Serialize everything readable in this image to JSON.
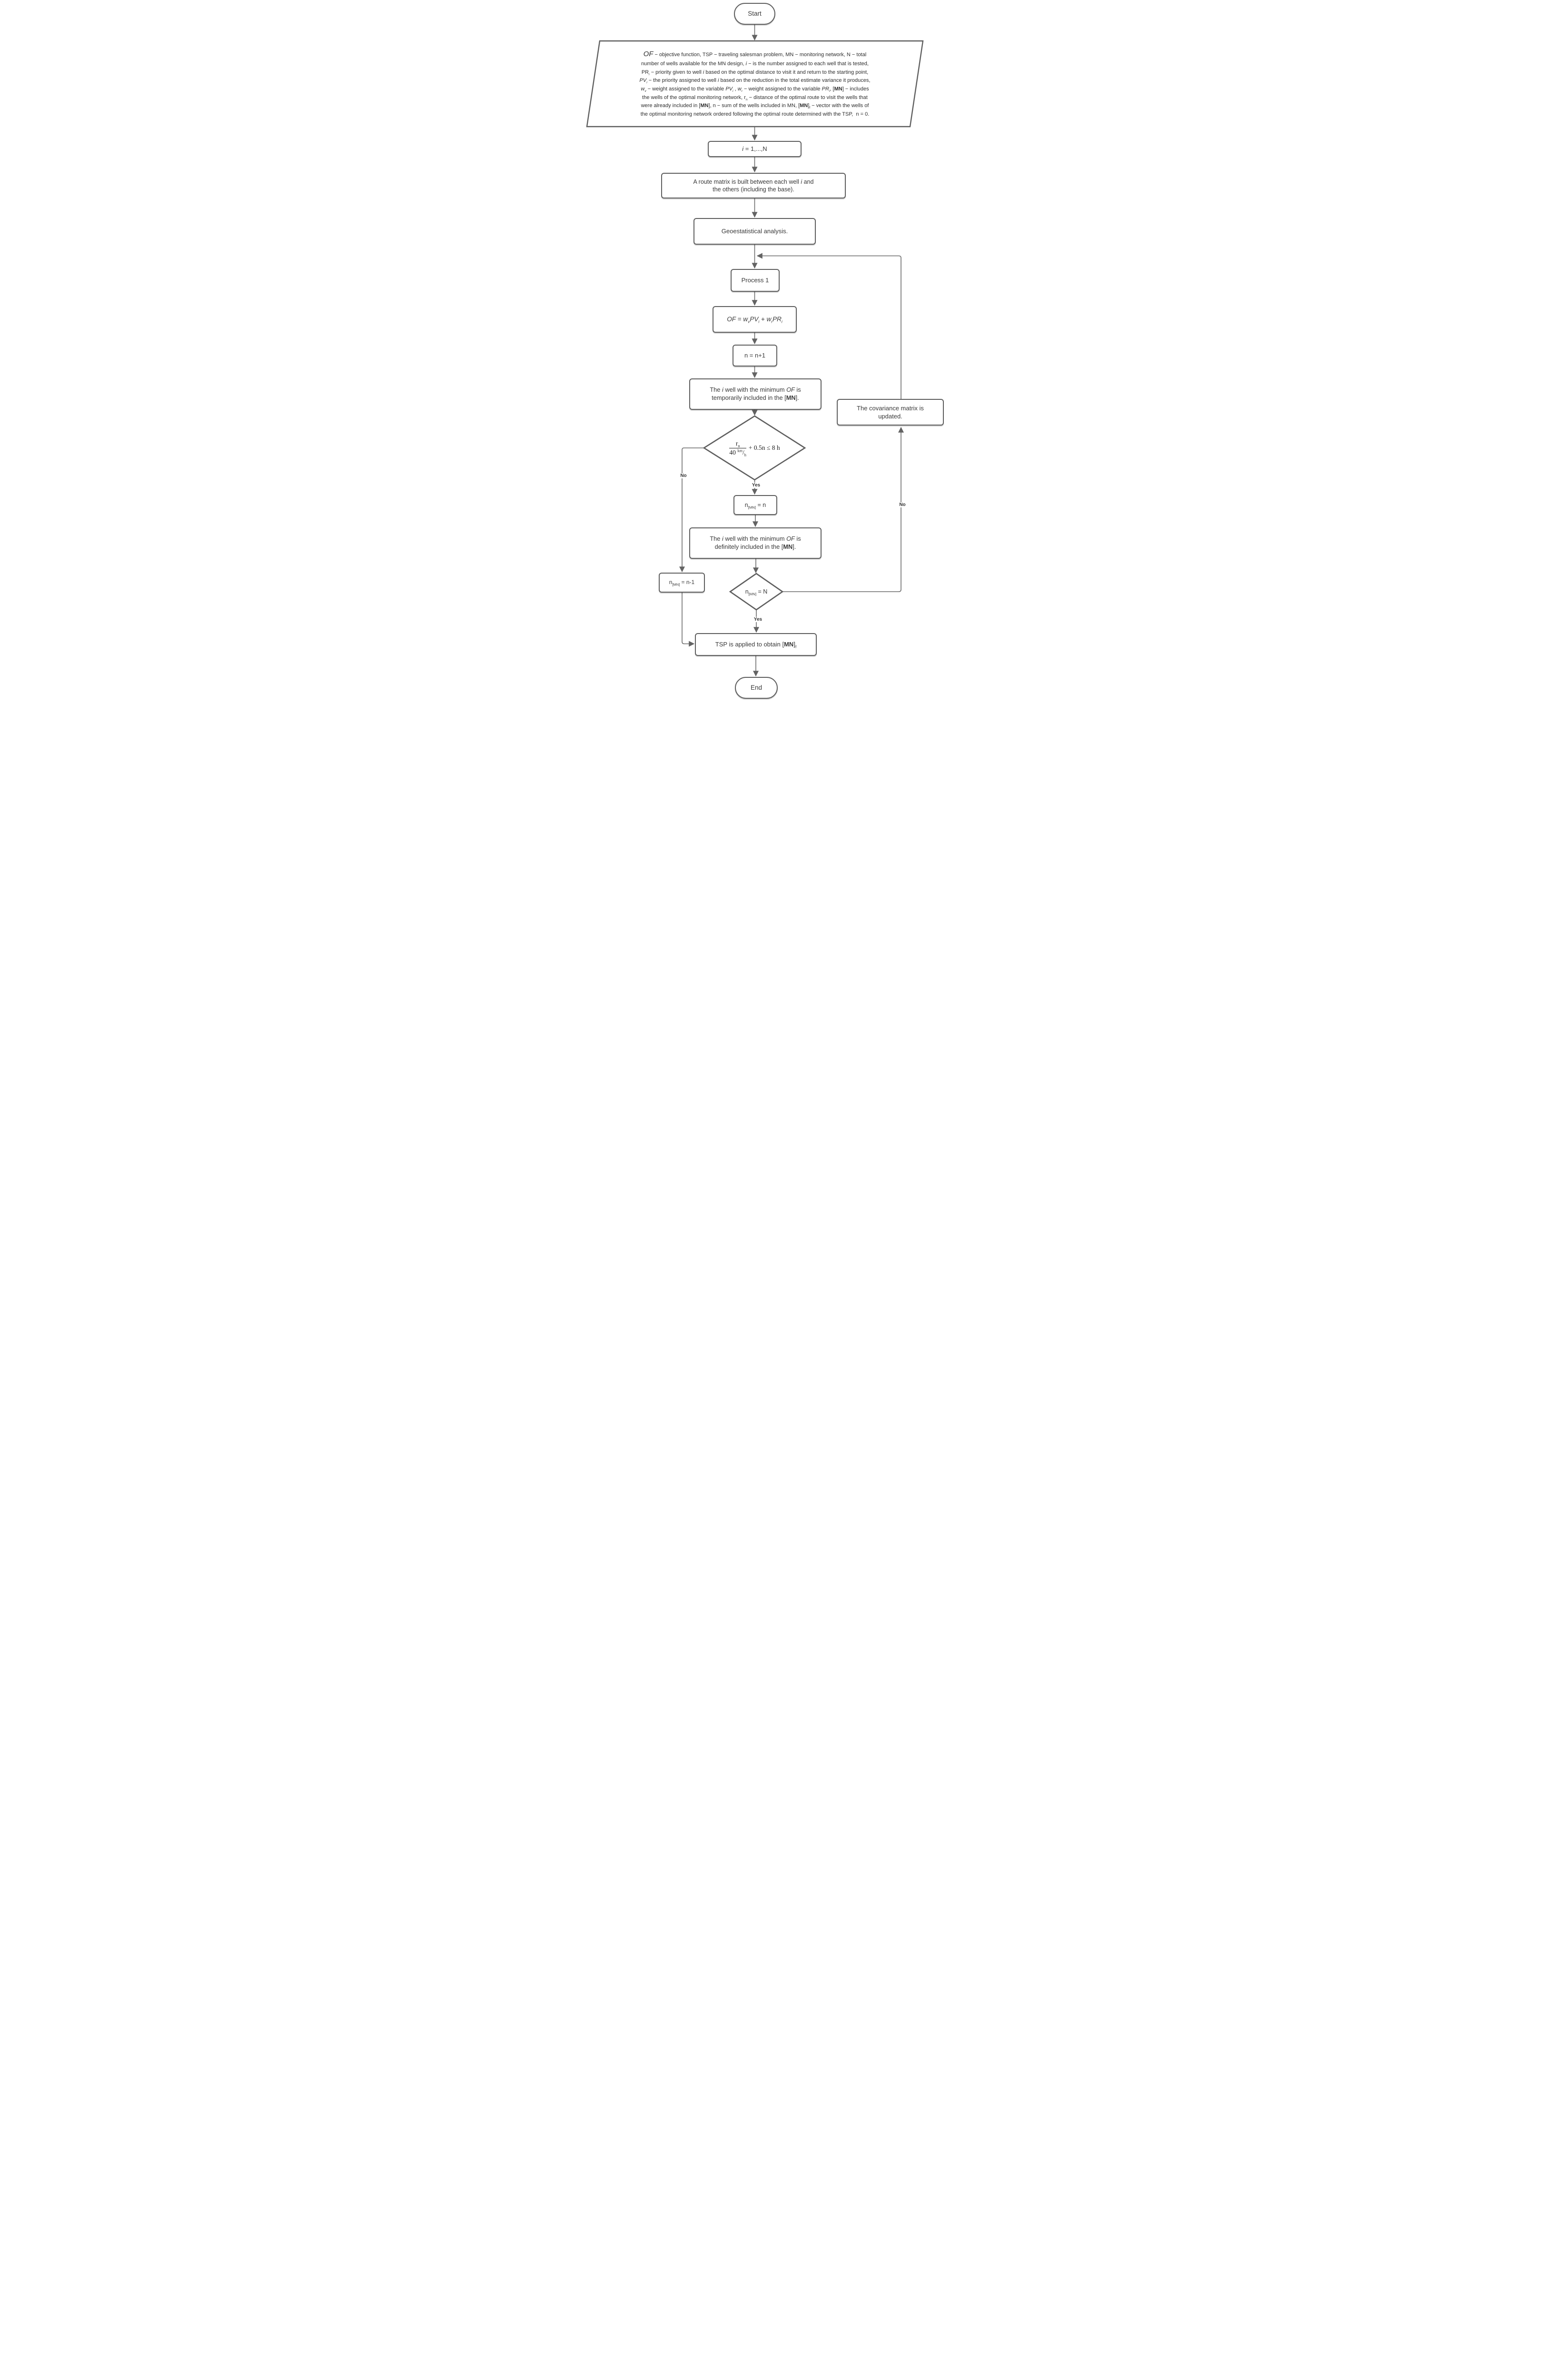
{
  "diagram": {
    "colors": {
      "node_border": "#5e5e5e",
      "connector": "#6b6b6b",
      "text": "#383838",
      "background": "#ffffff"
    },
    "nodes": {
      "start": {
        "label": "Start"
      },
      "definitions": {
        "lines": [
          "<span class='big-of'>OF</span> − objective function, TSP − traveling salesman problem, MN − monitoring network, N − total",
          "number of wells available for the MN design, <i>i</i> − is the number assigned to each well that is tested,",
          "PR<sub><i>i</i></sub> − priority given to well <i>i</i> based on the optimal distance to visit it and return to the starting point,",
          "<i>PV<sub>i</sub></i> − the priority assigned to well <i>i</i> based on the reduction in the total estimate variance it produces,",
          "<i>w<sub>v</sub></i> − weight assigned to the variable <i>PV<sub>i</sub></i> , <i>w<sub>r</sub></i> − weight assigned to the variable <i>PR<sub>i</sub></i>, [<b>MN</b>] − includes",
          "the wells of the optimal monitoring network, r<sub>n</sub> − distance of the optimal route to visit the wells that",
          "were already included in [<b>MN</b>], n − sum of the wells included in MN, [<b>MN</b>]<sub>f</sub> − vector with the wells of",
          "the optimal monitoring network ordered following the optimal route determined with the TSP,&nbsp; n = 0."
        ]
      },
      "iterator": {
        "label": "<i>i</i> = 1,...,N"
      },
      "route_matrix": {
        "label": "A route matrix is built between each well <i>i</i> and<br>the others (including the base)."
      },
      "geoestatistical": {
        "label": "Geoestatistical analysis."
      },
      "process1": {
        "label": "Process 1"
      },
      "objective": {
        "label": "<i>OF</i> = <i>w<sub>v</sub>PV<sub>i</sub></i> + <i>w<sub>r</sub>PR<sub>i</sub></i>"
      },
      "increment": {
        "label": "n = n+1"
      },
      "temp_include": {
        "label": "The <i>i</i> well with the minimum <i>OF</i> is<br>temporarily included in the [<b>MN</b>]."
      },
      "time_check": {
        "frac_num": "r<sub>n</sub>",
        "frac_den": "40 <sup>km</sup>/<sub>h</sub>",
        "rest": "+ 0.5n ≤ 8 h"
      },
      "n_mn": {
        "label": "n<sub>[MN]</sub> = n"
      },
      "def_include": {
        "label": "The <i>i</i> well with the minimum <i>OF</i> is<br>definitely included in the [<b>MN</b>]."
      },
      "n_check": {
        "label": "n<sub>[MN]</sub> = N"
      },
      "n_minus1": {
        "label": "n<sub>[MN]</sub> = n-1"
      },
      "covariance": {
        "label": "The covariance matrix is<br>updated."
      },
      "tsp": {
        "label": "TSP is applied to obtain [<b>MN</b>]<sub>f</sub>"
      },
      "end": {
        "label": "End"
      }
    },
    "edge_labels": {
      "time_yes": "Yes",
      "time_no": "No",
      "n_yes": "Yes",
      "n_no": "No"
    }
  }
}
